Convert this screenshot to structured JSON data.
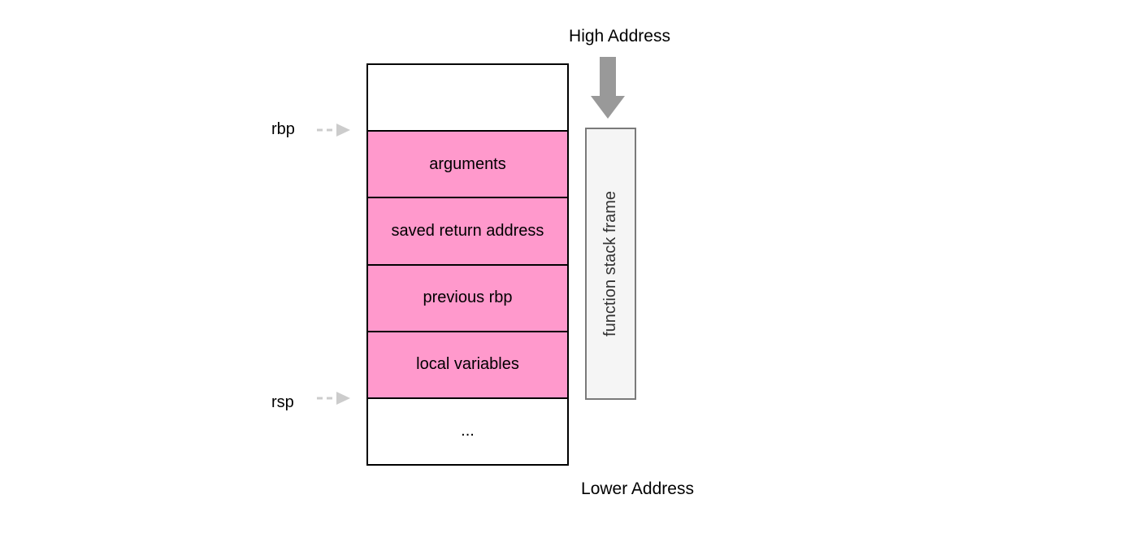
{
  "diagram": {
    "high_address_label": "High Address",
    "lower_address_label": "Lower Address",
    "side_box_label": "function stack frame",
    "pointer_labels": {
      "rbp": "rbp",
      "rsp": "rsp"
    },
    "stack_rows": [
      {
        "label": "",
        "filled": false
      },
      {
        "label": "arguments",
        "filled": true
      },
      {
        "label": "saved return address",
        "filled": true
      },
      {
        "label": "previous rbp",
        "filled": true
      },
      {
        "label": "local variables",
        "filled": true
      },
      {
        "label": "...",
        "filled": false
      }
    ],
    "colors": {
      "background": "#FFFFFF",
      "row_fill": "#FF99CC",
      "row_border": "#000000",
      "side_box_fill": "#F5F5F5",
      "side_box_border": "#7A7A7A",
      "big_arrow": "#999999",
      "dashed_arrow": "#CCCCCC"
    }
  }
}
